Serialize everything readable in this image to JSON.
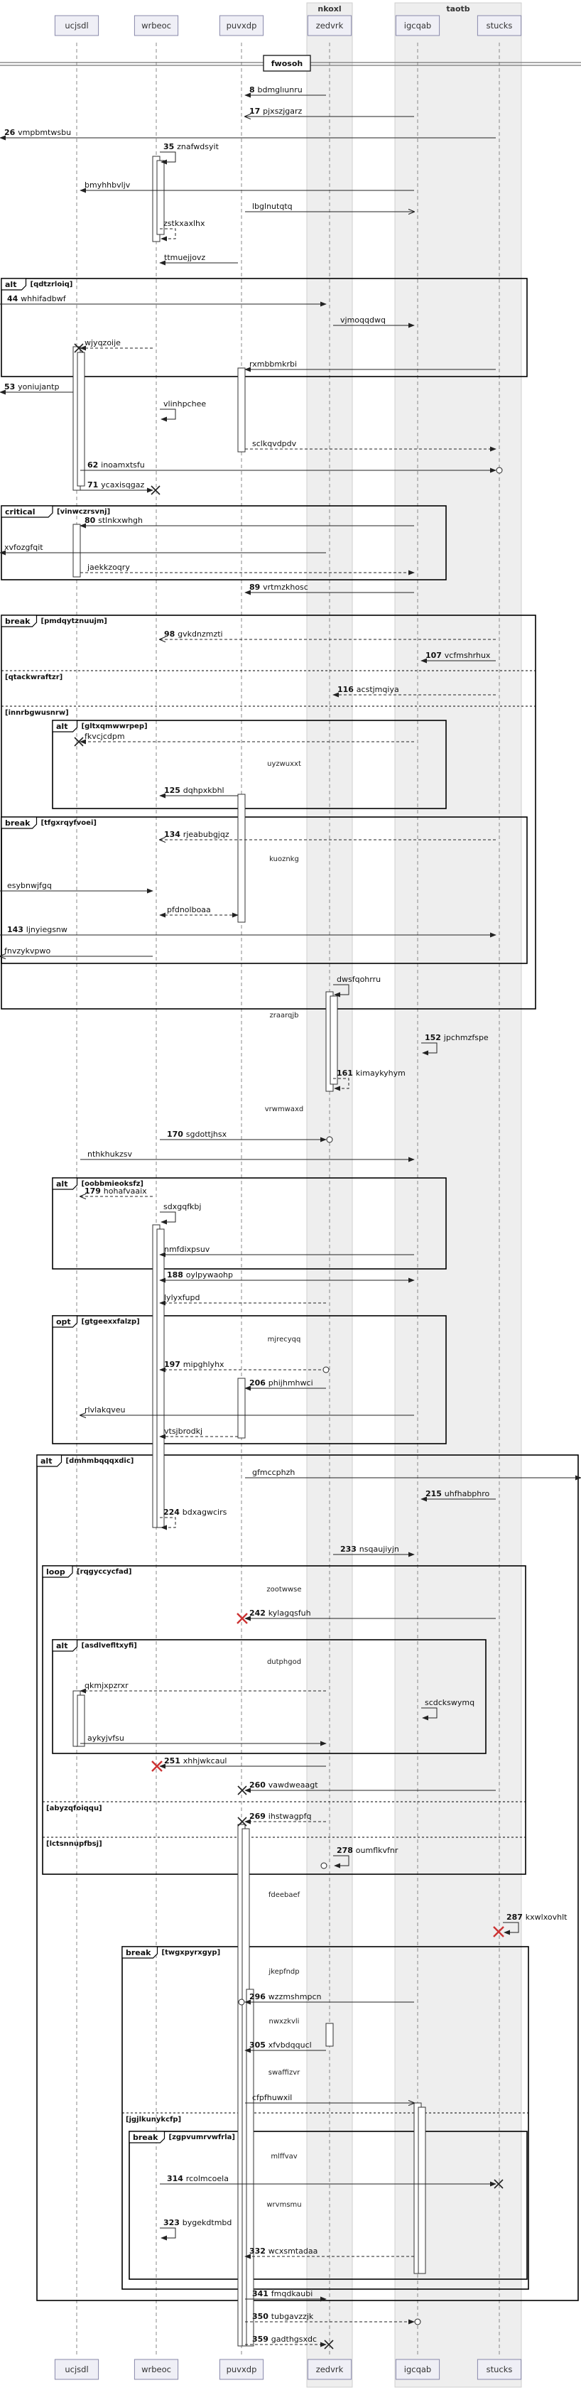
{
  "diagram": {
    "colors": {
      "box_fill": "#eeeeee",
      "line": "#555555",
      "arrow": "#222222",
      "participant_fill": "#efeff6",
      "participant_border": "#8888aa",
      "delete_x": "#cc3333"
    },
    "participants": [
      {
        "id": "ucjsdl",
        "label": "ucjsdl"
      },
      {
        "id": "wrbeoc",
        "label": "wrbeoc"
      },
      {
        "id": "puvxdp",
        "label": "puvxdp"
      },
      {
        "id": "zedvrk",
        "label": "zedvrk"
      },
      {
        "id": "igcqab",
        "label": "igcqab"
      },
      {
        "id": "stucks",
        "label": "stucks"
      }
    ],
    "boxes": [
      {
        "label": "nkoxl",
        "members": [
          "zedvrk"
        ]
      },
      {
        "label": "taotb",
        "members": [
          "igcqab",
          "stucks"
        ]
      }
    ],
    "divider": {
      "label": "fwosoh"
    },
    "messages": [
      {
        "n": "8",
        "text": "bdmglıunru"
      },
      {
        "n": "17",
        "text": "pjxszjgarz"
      },
      {
        "n": "26",
        "text": "vmpbmtwsbu"
      },
      {
        "n": "35",
        "text": "znafwdsyit"
      },
      {
        "n": "",
        "text": "bmyhhbvljv"
      },
      {
        "n": "",
        "text": "lbglnutqtq"
      },
      {
        "n": "",
        "text": "zstkxaxlhx"
      },
      {
        "n": "",
        "text": "ttmuejjovz"
      },
      {
        "n": "44",
        "text": "whhifadbwf"
      },
      {
        "n": "",
        "text": "vjmoqqdwq"
      },
      {
        "n": "",
        "text": "wjyqzoije"
      },
      {
        "n": "",
        "text": "rxmbbmkrbi"
      },
      {
        "n": "53",
        "text": "yoniujantp"
      },
      {
        "n": "",
        "text": "vlinhpchee"
      },
      {
        "n": "",
        "text": "sclkqvdpdv"
      },
      {
        "n": "62",
        "text": "inoamxtsfu"
      },
      {
        "n": "71",
        "text": "ycaxisqgaz"
      },
      {
        "n": "80",
        "text": "stlnkxwhgh"
      },
      {
        "n": "",
        "text": "xvfozgfqit"
      },
      {
        "n": "",
        "text": "jaekkzoqry"
      },
      {
        "n": "89",
        "text": "vrtmzkhosc"
      },
      {
        "n": "98",
        "text": "gvkdnzmzti"
      },
      {
        "n": "107",
        "text": "vcfmshrhux"
      },
      {
        "n": "116",
        "text": "acstjmqiya"
      },
      {
        "n": "",
        "text": "fkvcjcdpm"
      },
      {
        "n": "",
        "text": "uyzwuxxt"
      },
      {
        "n": "125",
        "text": "dqhpxkbhl"
      },
      {
        "n": "134",
        "text": "rjeabubgjqz"
      },
      {
        "n": "",
        "text": "kuoznkg"
      },
      {
        "n": "",
        "text": "esybnwjfgq"
      },
      {
        "n": "",
        "text": "pfdnolboaa"
      },
      {
        "n": "143",
        "text": "ljnyiegsnw"
      },
      {
        "n": "",
        "text": "fnvzykvpwo"
      },
      {
        "n": "",
        "text": "dwsfqohrru"
      },
      {
        "n": "",
        "text": "zraarqjb"
      },
      {
        "n": "152",
        "text": "jpchmzfspe"
      },
      {
        "n": "161",
        "text": "kimaykyhym"
      },
      {
        "n": "",
        "text": "vrwmwaxd"
      },
      {
        "n": "170",
        "text": "sgdottjhsx"
      },
      {
        "n": "",
        "text": "nthkhukzsv"
      },
      {
        "n": "179",
        "text": "hohafvaaix"
      },
      {
        "n": "",
        "text": "sdxgqfkbj"
      },
      {
        "n": "",
        "text": "nmfdixpsuv"
      },
      {
        "n": "188",
        "text": "oylpywaohp"
      },
      {
        "n": "",
        "text": "lylyxfupd"
      },
      {
        "n": "",
        "text": "mjrecyqq"
      },
      {
        "n": "197",
        "text": "mipghlyhx"
      },
      {
        "n": "206",
        "text": "phijhmhwci"
      },
      {
        "n": "",
        "text": "rlvlakqveu"
      },
      {
        "n": "",
        "text": "vtsjbrodkj"
      },
      {
        "n": "",
        "text": "gfmccphzh"
      },
      {
        "n": "215",
        "text": "uhfhabphro"
      },
      {
        "n": "224",
        "text": "bdxagwcirs"
      },
      {
        "n": "233",
        "text": "nsqaujiyjn"
      },
      {
        "n": "",
        "text": "zootwwse"
      },
      {
        "n": "242",
        "text": "kylagqsfuh"
      },
      {
        "n": "",
        "text": "dutphgod"
      },
      {
        "n": "",
        "text": "qkmjxpzrxr"
      },
      {
        "n": "",
        "text": "scdckswymq"
      },
      {
        "n": "",
        "text": "aykyjvfsu"
      },
      {
        "n": "251",
        "text": "xhhjwkcaul"
      },
      {
        "n": "260",
        "text": "vawdweaagt"
      },
      {
        "n": "269",
        "text": "ihstwagpfq"
      },
      {
        "n": "278",
        "text": "oumflkvfnr"
      },
      {
        "n": "",
        "text": "fdeebaef"
      },
      {
        "n": "287",
        "text": "kxwlxovhlt"
      },
      {
        "n": "",
        "text": "jkepfndp"
      },
      {
        "n": "296",
        "text": "wzzmshmpcn"
      },
      {
        "n": "",
        "text": "nwxzkvli"
      },
      {
        "n": "305",
        "text": "xfvbdqqucl"
      },
      {
        "n": "",
        "text": "swaffizvr"
      },
      {
        "n": "",
        "text": "cfpfhuwxil"
      },
      {
        "n": "",
        "text": "mlffvav"
      },
      {
        "n": "314",
        "text": "rcolmcoela"
      },
      {
        "n": "",
        "text": "wrvmsmu"
      },
      {
        "n": "323",
        "text": "bygekdtmbd"
      },
      {
        "n": "332",
        "text": "wcxsmtadaa"
      },
      {
        "n": "341",
        "text": "fmqdkaubi"
      },
      {
        "n": "350",
        "text": "tubgavzzjk"
      },
      {
        "n": "359",
        "text": "gadthgsxdc"
      }
    ],
    "fragments": [
      {
        "type": "alt",
        "cond": "[qdtzrloiq]"
      },
      {
        "type": "critical",
        "cond": "[vinwczrsvnj]"
      },
      {
        "type": "break",
        "cond": "[pmdqytznuujm]"
      },
      {
        "type": "",
        "cond": "[qtackwraftzr]"
      },
      {
        "type": "",
        "cond": "[innrbgwusnrw]"
      },
      {
        "type": "alt",
        "cond": "[gltxqmwwrpep]"
      },
      {
        "type": "break",
        "cond": "[tfgxrqyfvoei]"
      },
      {
        "type": "alt",
        "cond": "[oobbmieoksfz]"
      },
      {
        "type": "opt",
        "cond": "[gtgeexxfalzp]"
      },
      {
        "type": "alt",
        "cond": "[dmhmbqqqxdic]"
      },
      {
        "type": "loop",
        "cond": "[rqgyccycfad]"
      },
      {
        "type": "alt",
        "cond": "[asdlvefltxyfi]"
      },
      {
        "type": "",
        "cond": "[abyzqfoiqqu]"
      },
      {
        "type": "",
        "cond": "[lctsnnupfbsj]"
      },
      {
        "type": "break",
        "cond": "[twgxpyrxgyp]"
      },
      {
        "type": "",
        "cond": "[jgjlkunykcfp]"
      },
      {
        "type": "break",
        "cond": "[zgpvumrvwfrla]"
      }
    ]
  }
}
